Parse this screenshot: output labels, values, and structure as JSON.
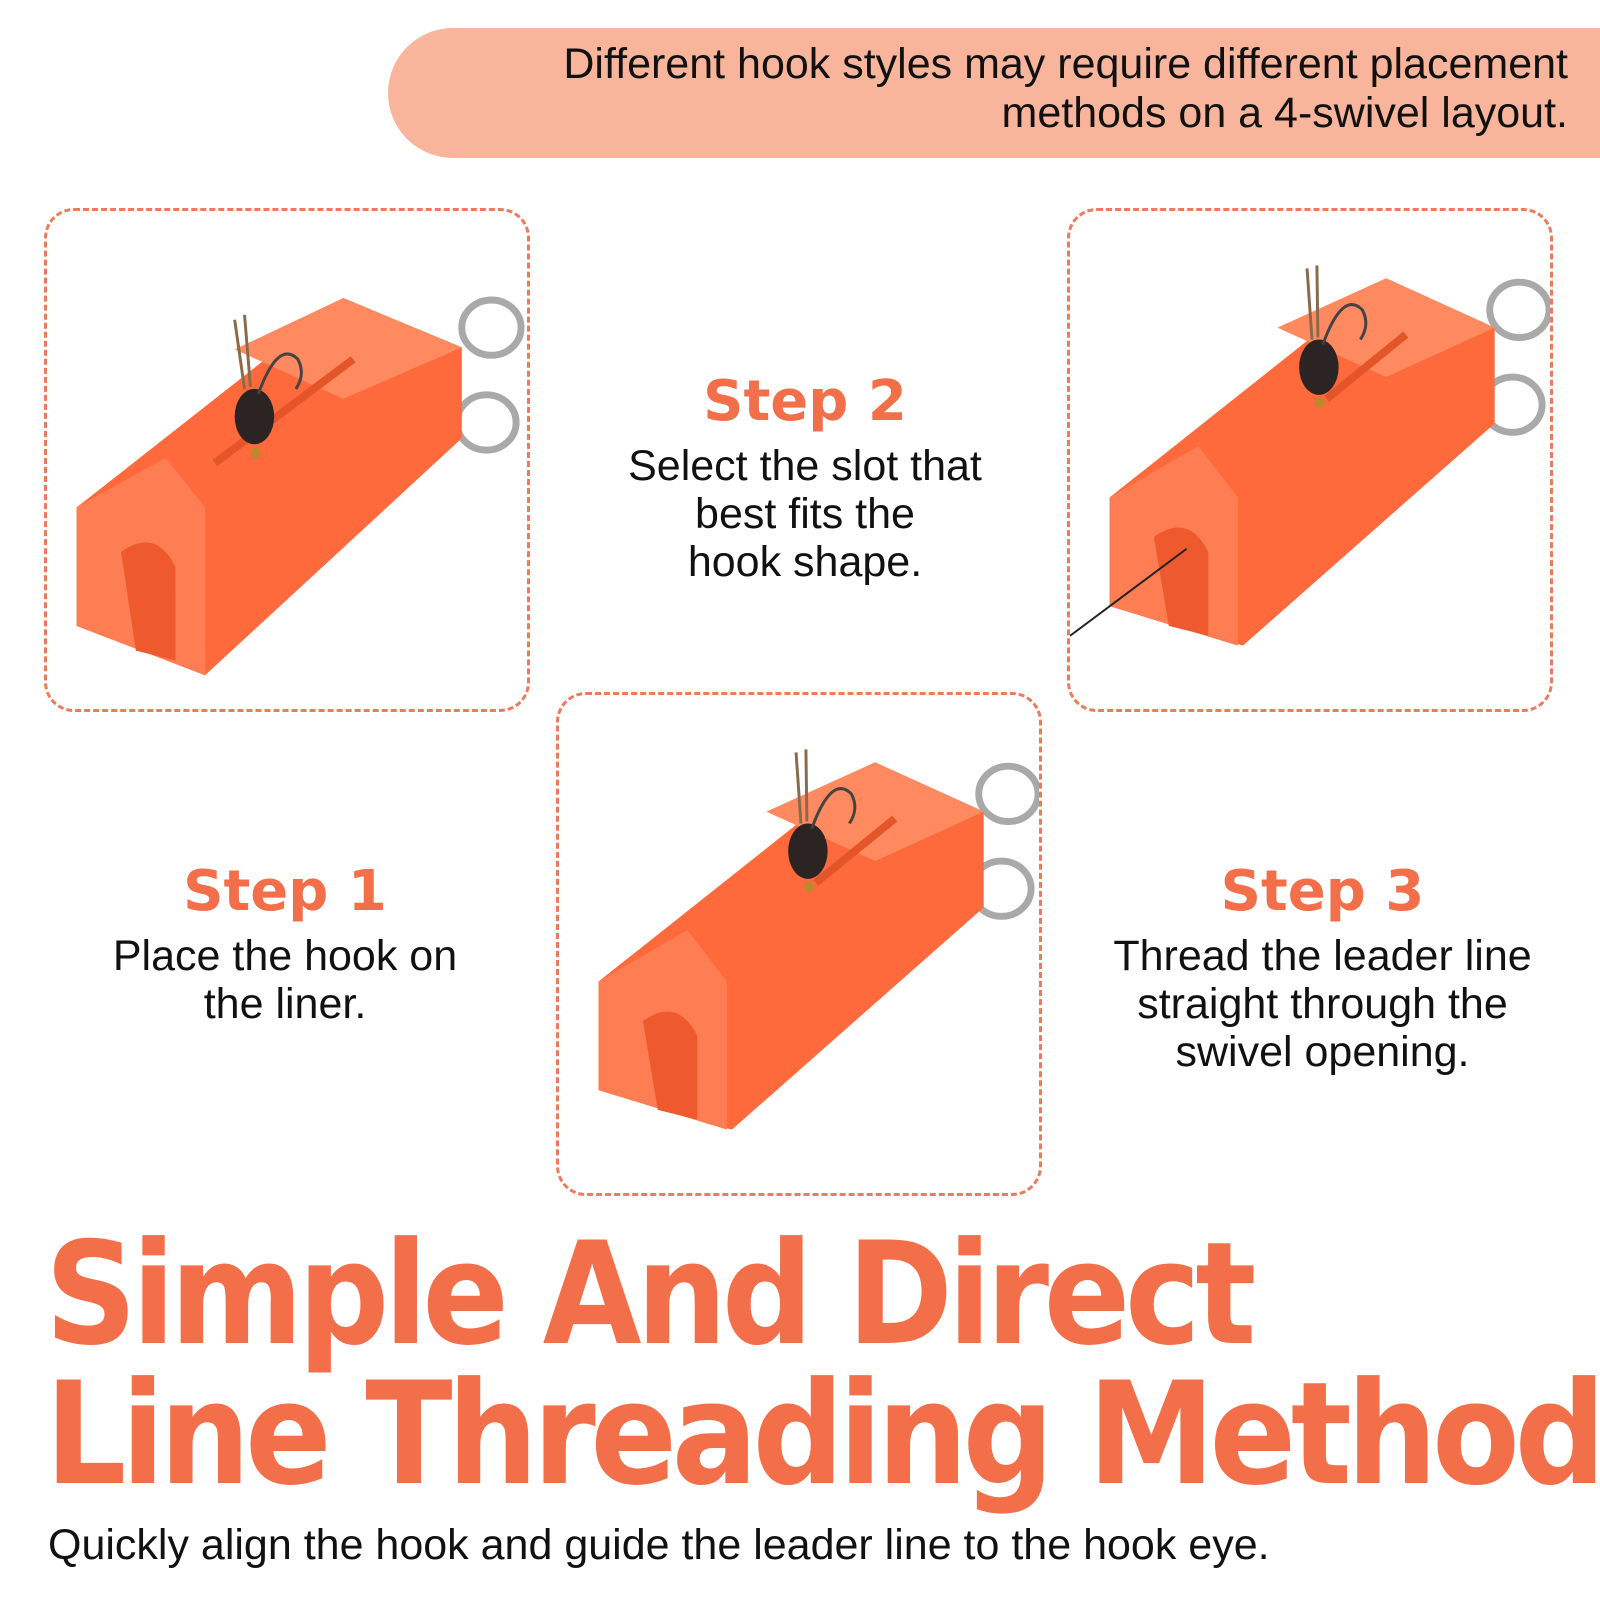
{
  "banner": {
    "text_line1": "Different hook styles may require different placement",
    "text_line2": "methods on a 4-swivel layout."
  },
  "steps": [
    {
      "title": "Step 1",
      "lines": [
        "Place the hook on",
        "the liner."
      ]
    },
    {
      "title": "Step 2",
      "lines": [
        "Select the slot that",
        "best fits the",
        "hook shape."
      ]
    },
    {
      "title": "Step 3",
      "lines": [
        "Thread the leader line",
        "straight through the",
        "swivel opening."
      ]
    }
  ],
  "headline": {
    "line1": "Simple And Direct",
    "line2": "Line Threading Method"
  },
  "subline": "Quickly align the hook and guide the leader line to the hook eye.",
  "colors": {
    "accent": "#f26f4a",
    "banner_bg": "#f9b49c",
    "tool_orange": "#ff6a3d",
    "dashed_border": "#ee7a5a"
  },
  "icons": [
    "threader-tool-photo",
    "fly-hook-icon",
    "leader-line-icon"
  ]
}
